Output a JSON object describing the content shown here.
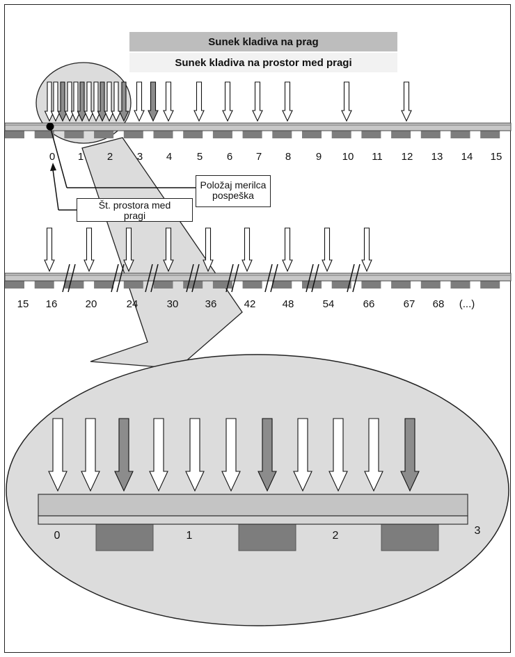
{
  "legend": {
    "rail_impulse": "Sunek kladiva na prag",
    "gap_impulse": "Sunek kladiva na prostor med pragi"
  },
  "callouts": {
    "sensor_position": [
      "Položaj merilca",
      "pospeška"
    ],
    "gap_number": [
      "Št. prostora med",
      "pragi"
    ]
  },
  "track1": {
    "labels": [
      "0",
      "1",
      "2",
      "3",
      "4",
      "5",
      "6",
      "7",
      "8",
      "9",
      "10",
      "11",
      "12",
      "13",
      "14",
      "15"
    ]
  },
  "track2": {
    "labels": [
      "15",
      "16",
      "20",
      "24",
      "30",
      "36",
      "42",
      "48",
      "54",
      "66",
      "67",
      "68",
      "(...)"
    ]
  },
  "detail": {
    "labels": [
      "0",
      "1",
      "2",
      "3"
    ]
  },
  "colors": {
    "rail_impulse_arrow": "#8c8c8c",
    "gap_impulse_arrow": "#ffffff",
    "sleeper": "#7d7d7d",
    "magnifier": "#dcdcdc"
  }
}
